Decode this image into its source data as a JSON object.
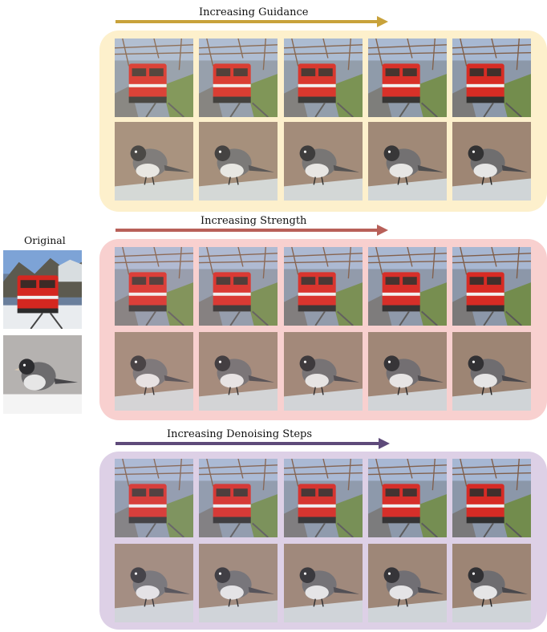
{
  "original": {
    "label": "Original"
  },
  "sections": [
    {
      "id": "guidance",
      "label": "Increasing Guidance",
      "arrow_color": "#c8a23b",
      "panel_color": "#fdf0cc"
    },
    {
      "id": "strength",
      "label": "Increasing Strength",
      "arrow_color": "#b86059",
      "panel_color": "#f8d0cf"
    },
    {
      "id": "steps",
      "label": "Increasing Denoising Steps",
      "arrow_color": "#5e4a7a",
      "panel_color": "#ddd0e6"
    }
  ],
  "icons": {
    "train": "train-photo-icon",
    "bird": "bird-photo-icon"
  }
}
